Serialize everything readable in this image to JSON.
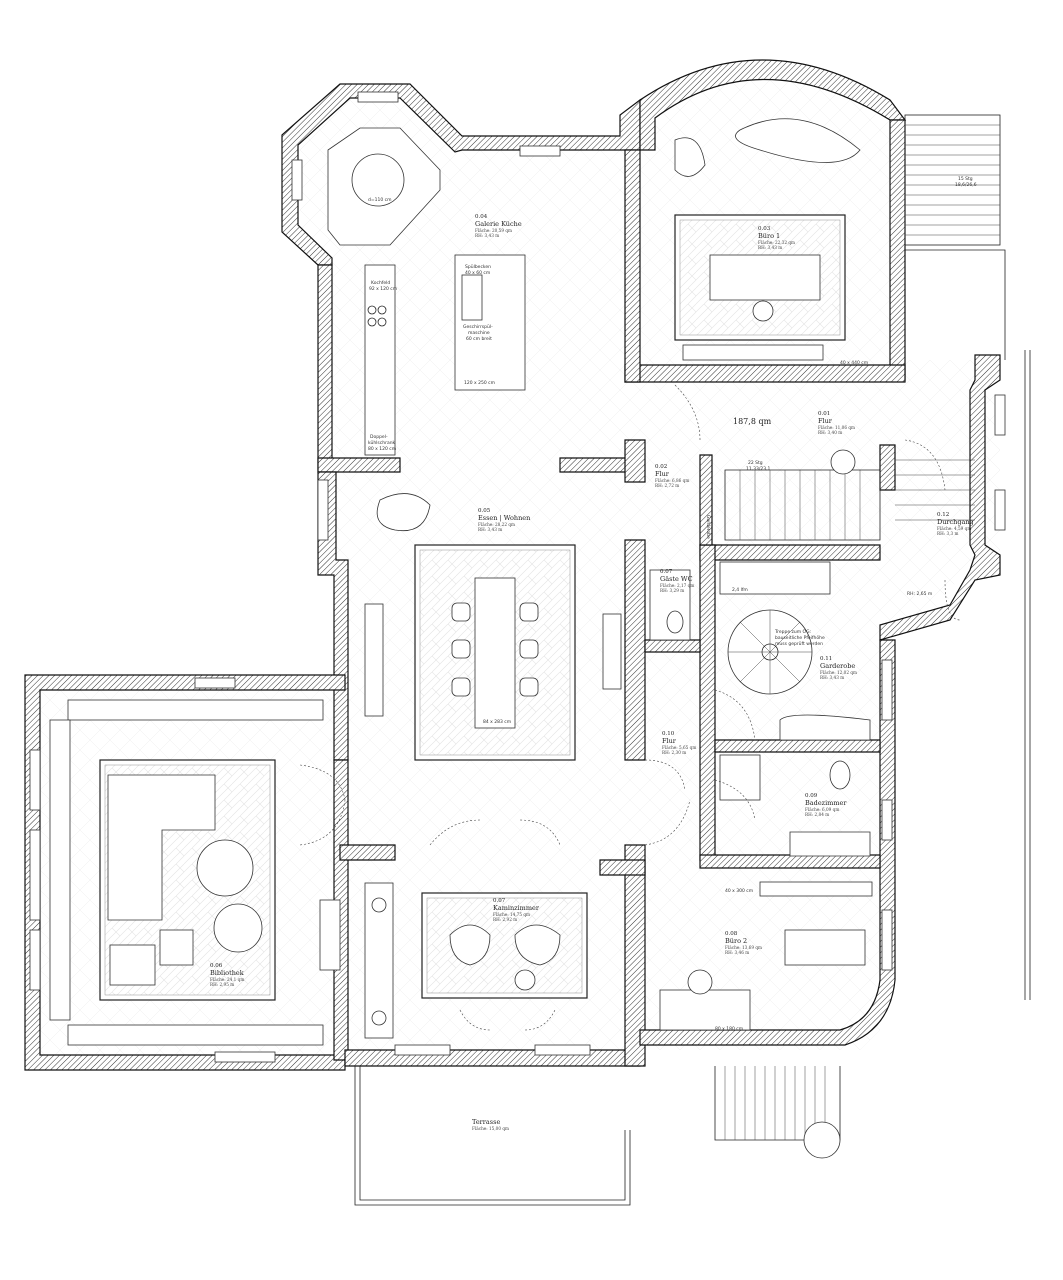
{
  "total_area": "187,8 qm",
  "rooms": [
    {
      "num": "0.01",
      "name": "Flur",
      "area": "Fläche: 11,06 qm",
      "height": "RH: 3,40 m"
    },
    {
      "num": "0.02",
      "name": "Flur",
      "area": "Fläche: 6,86 qm",
      "height": "RH: 2,72 m"
    },
    {
      "num": "0.03",
      "name": "Büro 1",
      "area": "Fläche: 22,32 qm",
      "height": "RH: 3,43 m"
    },
    {
      "num": "0.04",
      "name": "Galerie Küche",
      "area": "Fläche: 20,59 qm",
      "height": "RH: 3,43 m"
    },
    {
      "num": "0.05",
      "name": "Essen | Wohnen",
      "area": "Fläche: 28,22 qm",
      "height": "RH: 3,43 m"
    },
    {
      "num": "0.06",
      "name": "Bibliothek",
      "area": "Fläche: 24,1 qm",
      "height": "RH: 2,95 m"
    },
    {
      "num": "0.07",
      "name": "Kaminzimmer",
      "area": "Fläche: 14,75 qm",
      "height": "RH: 2,92 m"
    },
    {
      "num": "0.07",
      "name": "Gäste WC",
      "area": "Fläche: 2,17 qm",
      "height": "RH: 3,29 m"
    },
    {
      "num": "0.08",
      "name": "Büro 2",
      "area": "Fläche: 13,69 qm",
      "height": "RH: 3,46 m"
    },
    {
      "num": "0.09",
      "name": "Badezimmer",
      "area": "Fläche: 6,09 qm",
      "height": "RH: 2,84 m"
    },
    {
      "num": "0.10",
      "name": "Flur",
      "area": "Fläche: 5,65 qm",
      "height": "RH: 2,30 m"
    },
    {
      "num": "0.11",
      "name": "Garderobe",
      "area": "Fläche: 12,02 qm",
      "height": "RH: 3,43 m"
    },
    {
      "num": "0.12",
      "name": "Durchgang",
      "area": "Fläche: 4,59 qm",
      "height": "RH: 3,3 m"
    }
  ],
  "terrace": {
    "name": "Terrasse",
    "area": "Fläche: 15,00 qm"
  },
  "notes": {
    "kuehlschrank_1": "Spülbecken",
    "kuehlschrank_2": "40 x 60 cm",
    "spuel_1": "Geschirrspül-",
    "spuel_2": "maschine",
    "spuel_3": "60 cm breit",
    "island": "120 x 250 cm",
    "kochfeld_1": "Kochfeld",
    "kochfeld_2": "92 x 120 cm",
    "backofen_1": "Doppel-",
    "backofen_2": "kühlschrank",
    "backofen_3": "80 x 120 cm",
    "round_table": "d=110 cm",
    "desk1": "40 x 440 cm",
    "dining": "84 x 283 cm",
    "desk2_shelf": "40 x 300 cm",
    "desk2": "80 x 180 cm",
    "garderobe_dim": "2,4 lfm",
    "stairs_1": "Treppe zum OG:",
    "stairs_2": "bauseitliche Pfeifhöhe",
    "stairs_3": "muss geprüft werden",
    "stairs_main_1": "15 Stg",
    "stairs_main_2": "18,6/26,6",
    "stairs_inner_1": "22 Stg",
    "stairs_inner_2": "11,33/23,1",
    "rh_side": "RH: 2,65 m",
    "garderobe_side": "Garderobe"
  }
}
